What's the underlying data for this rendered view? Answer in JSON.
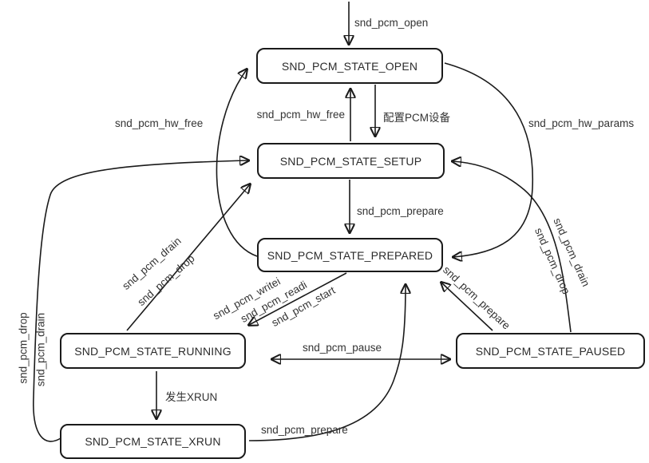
{
  "diagram": {
    "background": "#ffffff",
    "stroke_color": "#1a1a1a",
    "text_color": "#333333",
    "nodes": {
      "open": "SND_PCM_STATE_OPEN",
      "setup": "SND_PCM_STATE_SETUP",
      "prepared": "SND_PCM_STATE_PREPARED",
      "running": "SND_PCM_STATE_RUNNING",
      "paused": "SND_PCM_STATE_PAUSED",
      "xrun": "SND_PCM_STATE_XRUN"
    },
    "labels": {
      "open_call": "snd_pcm_open",
      "configure": "配置PCM设备",
      "hw_free_up": "snd_pcm_hw_free",
      "hw_free_left": "snd_pcm_hw_free",
      "hw_params": "snd_pcm_hw_params",
      "prepare_down": "snd_pcm_prepare",
      "drain_running": "snd_pcm_drain",
      "drop_running": "snd_pcm_drop",
      "writei": "snd_pcm_writei",
      "readi": "snd_pcm_readi",
      "start": "snd_pcm_start",
      "xrun_event": "发生XRUN",
      "prepare_from_xrun": "snd_pcm_prepare",
      "pause": "snd_pcm_pause",
      "prepare_from_paused": "snd_pcm_prepare",
      "drain_from_paused": "snd_pcm_drain",
      "drop_from_paused": "snd_pcm_drop",
      "drop_left": "snd_pcm_drop",
      "drain_left": "snd_pcm_drain"
    }
  }
}
